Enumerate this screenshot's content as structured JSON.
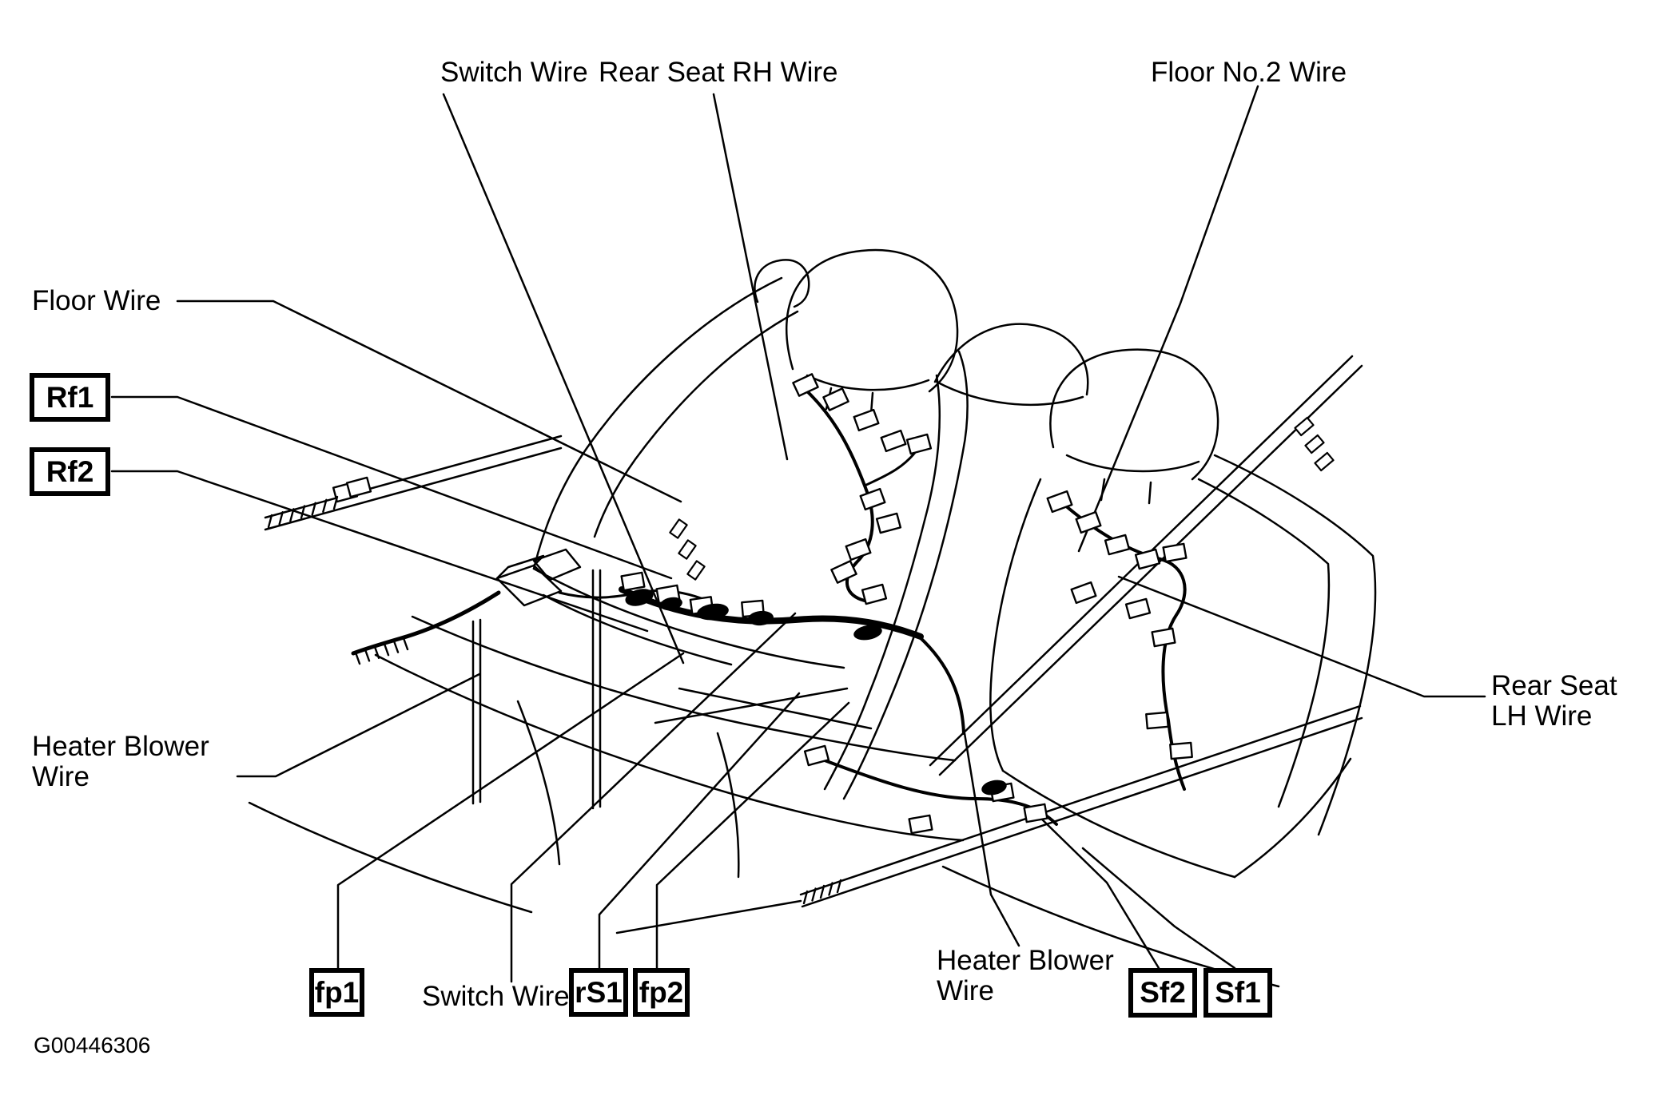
{
  "figure": {
    "id": "G00446306",
    "description": "Rear seat wire harness location line-art diagram"
  },
  "top_labels": {
    "switch_wire": "Switch Wire",
    "rear_seat_rh_wire": "Rear Seat RH Wire",
    "floor_no2_wire": "Floor No.2 Wire"
  },
  "left_labels": {
    "floor_wire": "Floor Wire",
    "heater_blower_wire": "Heater Blower\nWire"
  },
  "right_labels": {
    "rear_seat_lh_wire": "Rear Seat\nLH Wire"
  },
  "bottom_labels": {
    "switch_wire": "Switch Wire",
    "heater_blower_wire": "Heater Blower\nWire"
  },
  "connector_codes": {
    "rf1": "Rf1",
    "rf2": "Rf2",
    "fp1": "fp1",
    "rs1": "rS1",
    "fp2": "fp2",
    "sf2": "Sf2",
    "sf1": "Sf1"
  },
  "colors": {
    "line": "#000000",
    "background": "#ffffff"
  }
}
